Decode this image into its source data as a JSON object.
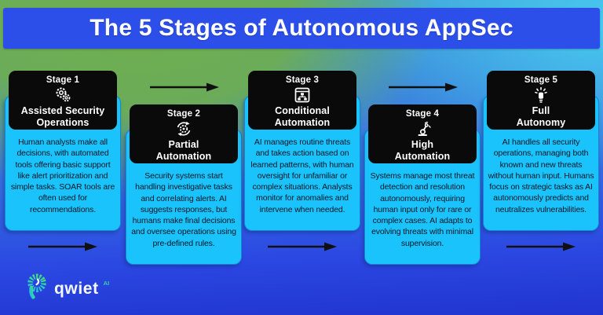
{
  "header": {
    "title": "The 5 Stages of Autonomous AppSec"
  },
  "stages": [
    {
      "stage_label": "Stage 1",
      "icon": "gears",
      "title_lines": [
        "Assisted Security",
        "Operations"
      ],
      "description": "Human analysts make all decisions, with automated tools offering basic support like alert prioritization and simple tasks. SOAR tools are often used for recommendations."
    },
    {
      "stage_label": "Stage 2",
      "icon": "gear-sync",
      "title_lines": [
        "Partial",
        "Automation"
      ],
      "description": "Security systems start handling investigative tasks and correlating alerts. AI suggests responses, but humans make final decisions and oversee operations using pre-defined rules."
    },
    {
      "stage_label": "Stage 3",
      "icon": "window-flowchart",
      "title_lines": [
        "Conditional",
        "Automation"
      ],
      "description": "AI manages routine threats and takes action based on learned patterns, with human oversight for unfamiliar or complex situations. Analysts monitor for anomalies and intervene when needed."
    },
    {
      "stage_label": "Stage 4",
      "icon": "robot-arm",
      "title_lines": [
        "High",
        "Automation"
      ],
      "description": "Systems manage most threat detection and resolution autonomously, requiring human input only for rare or complex cases. AI adapts to evolving threats with minimal supervision."
    },
    {
      "stage_label": "Stage 5",
      "icon": "hand-sparkle",
      "title_lines": [
        "Full",
        "Autonomy"
      ],
      "description": "AI handles all security operations, managing both known and new threats without human input. Humans focus on strategic tasks as AI autonomously predicts and neutralizes vulnerabilities."
    }
  ],
  "logo": {
    "brand": "qwiet",
    "suffix": "AI"
  },
  "colors": {
    "title_bar": "#2b4fe8",
    "card_body": "#1ac3fb",
    "card_header": "#0a0a0a",
    "bg_green": "#6fae4e",
    "bg_cyan": "#47c9ef",
    "bg_blue": "#2b48e2",
    "arrow": "#101010",
    "logo_teal": "#35d2a8"
  }
}
